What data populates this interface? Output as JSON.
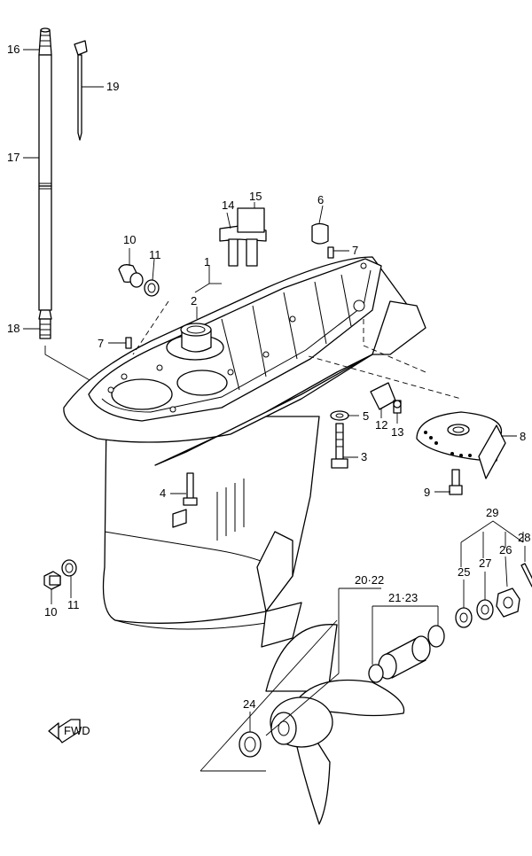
{
  "callouts": {
    "c1": "1",
    "c2": "2",
    "c3": "3",
    "c4": "4",
    "c5": "5",
    "c6": "6",
    "c7a": "7",
    "c7b": "7",
    "c8": "8",
    "c9": "9",
    "c10a": "10",
    "c10b": "10",
    "c11a": "11",
    "c11b": "11",
    "c12": "12",
    "c13": "13",
    "c14": "14",
    "c15": "15",
    "c16": "16",
    "c17": "17",
    "c18": "18",
    "c19": "19",
    "c20_22": "20·22",
    "c21_23": "21·23",
    "c24": "24",
    "c25": "25",
    "c26": "26",
    "c27": "27",
    "c28": "28",
    "c29": "29"
  },
  "fwd_label": "FWD",
  "icons": {
    "fwd": "fwd-arrow-icon"
  }
}
